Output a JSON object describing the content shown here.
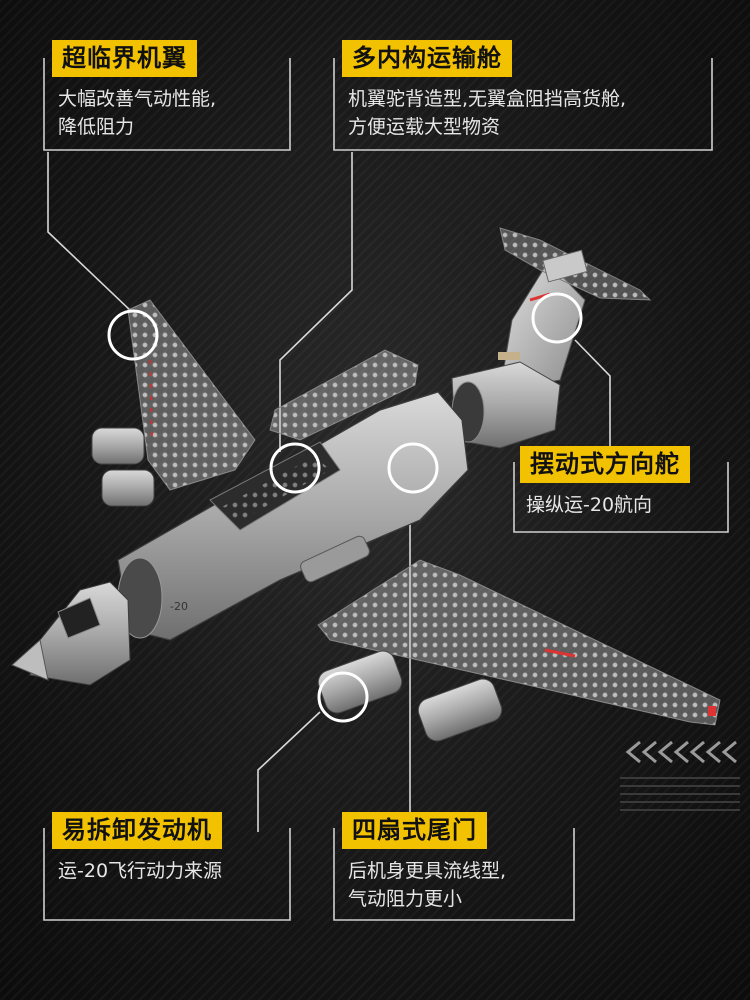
{
  "callouts": {
    "wing": {
      "title": "超临界机翼",
      "line1": "大幅改善气动性能,",
      "line2": "降低阻力"
    },
    "cargo": {
      "title": "多内构运输舱",
      "line1": "机翼驼背造型,无翼盒阻挡高货舱,",
      "line2": "方便运载大型物资"
    },
    "rudder": {
      "title": "摆动式方向舵",
      "line1": "操纵运-20航向"
    },
    "engine": {
      "title": "易拆卸发动机",
      "line1": "运-20飞行动力来源"
    },
    "door": {
      "title": "四扇式尾门",
      "line1": "后机身更具流线型,",
      "line2": "气动阻力更小"
    }
  },
  "colors": {
    "accent": "#f2c200",
    "frame": "#cfcfcf",
    "background": "#141414",
    "model_gray": "#a9a9a9"
  },
  "icons": [
    "chevron-left-icon"
  ]
}
